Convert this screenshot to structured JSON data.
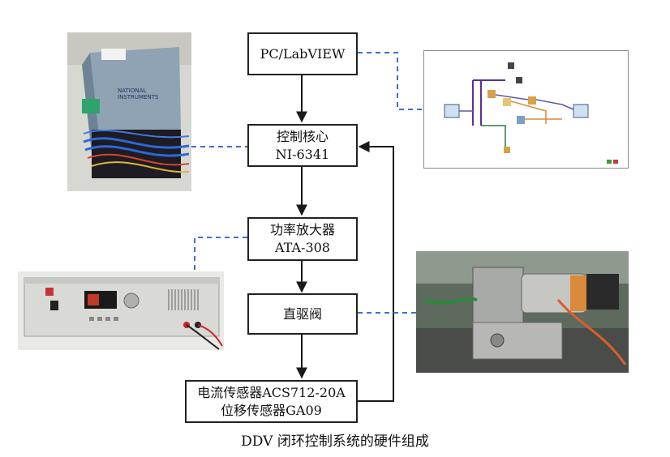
{
  "blocks": {
    "pc": {
      "line1": "PC/LabVIEW"
    },
    "core": {
      "line1": "控制核心",
      "line2": "NI-6341"
    },
    "amp": {
      "line1": "功率放大器",
      "line2": "ATA-308"
    },
    "valve": {
      "line1": "直驱阀"
    },
    "sensors": {
      "line1": "电流传感器ACS712-20A",
      "line2": "位移传感器GA09"
    }
  },
  "caption": "DDV 闭环控制系统的硬件组成",
  "colors": {
    "dashed_link": "#3b6fd4",
    "arrow": "#1a1a1a",
    "box_border": "#222222"
  }
}
